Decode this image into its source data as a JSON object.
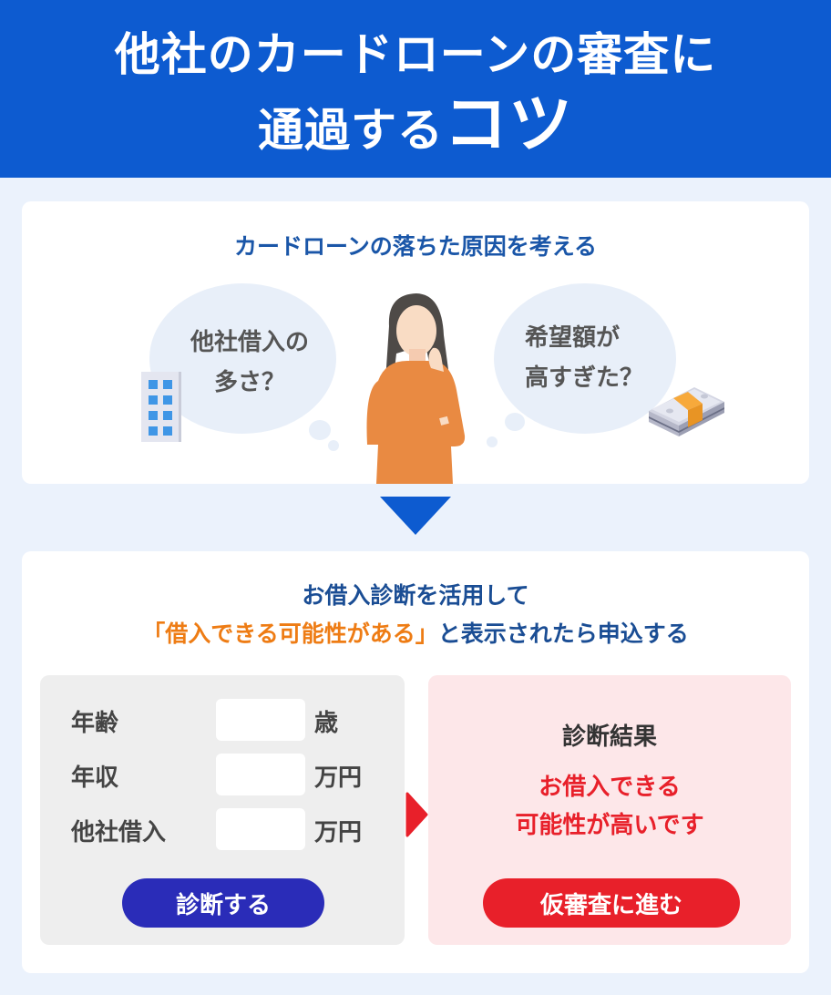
{
  "header": {
    "title_line1": "他社のカードローンの審査に",
    "title_line2_prefix": "通過する",
    "title_line2_emphasis": "コツ",
    "background_color": "#0d5bd0"
  },
  "reasons_section": {
    "title": "カードローンの落ちた原因を考える",
    "left_bubble": {
      "line1": "他社借入の",
      "line2": "多さ？",
      "icon": "building-icon"
    },
    "right_bubble": {
      "line1": "希望額が",
      "line2": "高すぎた？",
      "icon": "money-stack-icon"
    },
    "illustration": "thinking-woman"
  },
  "arrow": {
    "icon": "down-arrow-icon"
  },
  "diagnosis_section": {
    "title_line1": "お借入診断を活用して",
    "title_line2_highlight": "「借入できる可能性がある」",
    "title_line2_rest": "と表示されたら申込する",
    "highlight_color": "#ee7c14",
    "form": {
      "fields": [
        {
          "label": "年齢",
          "value": "",
          "unit": "歳"
        },
        {
          "label": "年収",
          "value": "",
          "unit": "万円"
        },
        {
          "label": "他社借入",
          "value": "",
          "unit": "万円"
        }
      ],
      "submit_label": "診断する",
      "submit_color": "#2a2cb8"
    },
    "result": {
      "title": "診断結果",
      "message_line1": "お借入できる",
      "message_line2": "可能性が高いです",
      "message_color": "#e8202a",
      "action_label": "仮審査に進む",
      "action_color": "#e8202a"
    }
  }
}
